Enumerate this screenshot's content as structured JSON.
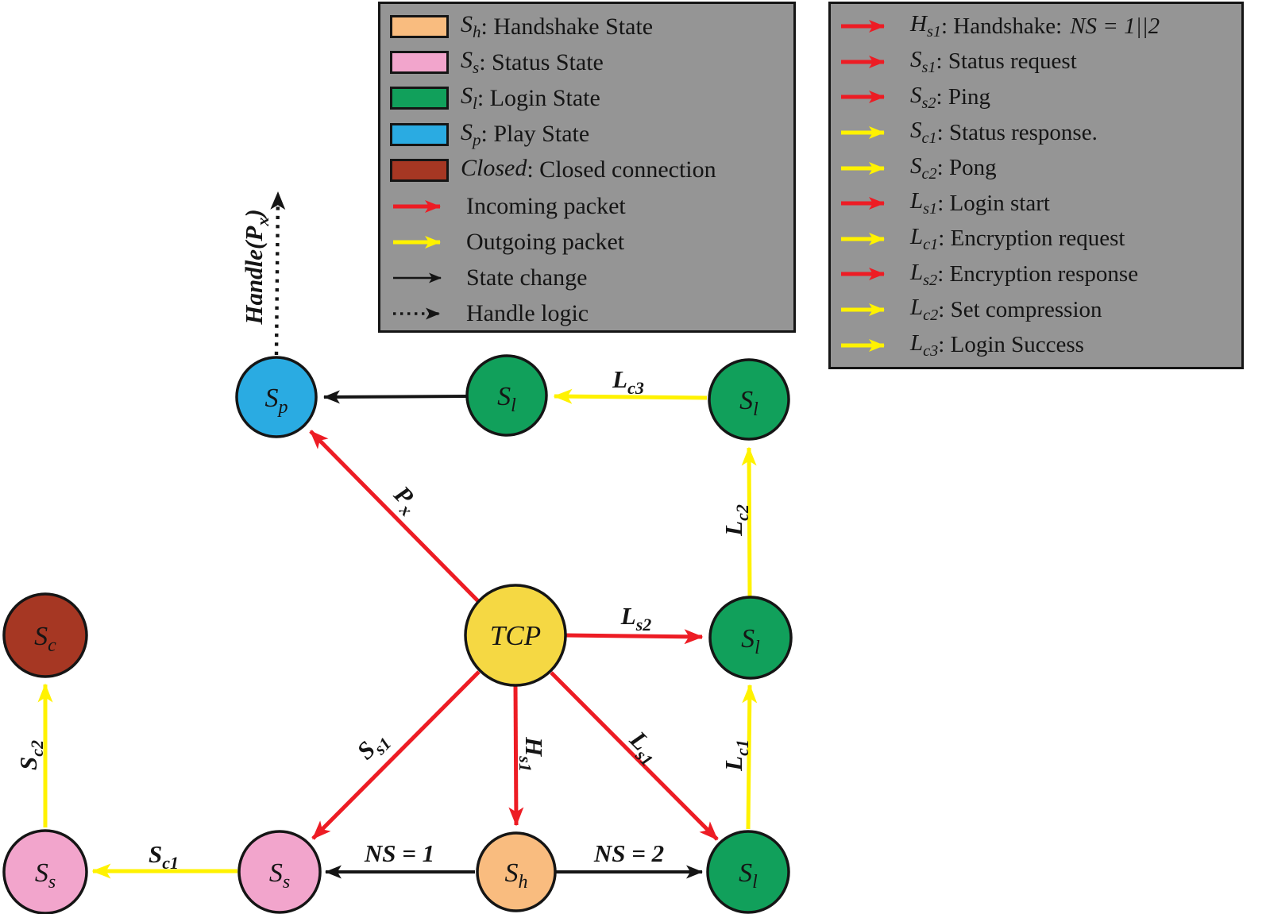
{
  "colors": {
    "background": "#ffffff",
    "legend_bg": "#959595",
    "outline": "#151515",
    "incoming_red": "#ed1c24",
    "outgoing_yellow": "#fff200",
    "handshake_orange": "#f9bc7f",
    "status_pink": "#f2a5cc",
    "login_green": "#11a05b",
    "play_blue": "#2aabe2",
    "closed_darkred": "#a63723",
    "tcp_gold": "#f5d843"
  },
  "legend_left": {
    "states": [
      {
        "sym": "S",
        "sub": "h",
        "desc": ": Handshake State",
        "color": "#f9bc7f"
      },
      {
        "sym": "S",
        "sub": "s",
        "desc": ": Status State",
        "color": "#f2a5cc"
      },
      {
        "sym": "S",
        "sub": "l",
        "desc": ": Login State",
        "color": "#11a05b"
      },
      {
        "sym": "S",
        "sub": "p",
        "desc": ": Play State",
        "color": "#2aabe2"
      },
      {
        "sym": "Closed",
        "sub": "",
        "desc": ": Closed connection",
        "color": "#a63723"
      }
    ],
    "arrows": [
      {
        "desc": "Incoming packet"
      },
      {
        "desc": "Outgoing packet"
      },
      {
        "desc": "State change"
      },
      {
        "desc": "Handle logic"
      }
    ]
  },
  "legend_right": {
    "items": [
      {
        "sym": "H",
        "sub": "s1",
        "desc": ": Handshake:",
        "math": "NS = 1||2",
        "arrow": "red"
      },
      {
        "sym": "S",
        "sub": "s1",
        "desc": ": Status request",
        "arrow": "red"
      },
      {
        "sym": "S",
        "sub": "s2",
        "desc": ": Ping",
        "arrow": "red"
      },
      {
        "sym": "S",
        "sub": "c1",
        "desc": ": Status response.",
        "arrow": "yellow"
      },
      {
        "sym": "S",
        "sub": "c2",
        "desc": ": Pong",
        "arrow": "yellow"
      },
      {
        "sym": "L",
        "sub": "s1",
        "desc": ": Login start",
        "arrow": "red"
      },
      {
        "sym": "L",
        "sub": "c1",
        "desc": ": Encryption request",
        "arrow": "yellow"
      },
      {
        "sym": "L",
        "sub": "s2",
        "desc": ": Encryption response",
        "arrow": "red"
      },
      {
        "sym": "L",
        "sub": "c2",
        "desc": ": Set compression",
        "arrow": "yellow"
      },
      {
        "sym": "L",
        "sub": "c3",
        "desc": ": Login Success",
        "arrow": "yellow"
      }
    ]
  },
  "nodes": {
    "sp": {
      "sym": "S",
      "sub": "p"
    },
    "sl_top_mid": {
      "sym": "S",
      "sub": "l"
    },
    "sl_top_right": {
      "sym": "S",
      "sub": "l"
    },
    "tcp": {
      "label": "TCP"
    },
    "sl_mid_right": {
      "sym": "S",
      "sub": "l"
    },
    "sc": {
      "sym": "S",
      "sub": "c"
    },
    "ss_left": {
      "sym": "S",
      "sub": "s"
    },
    "ss_mid": {
      "sym": "S",
      "sub": "s"
    },
    "sh": {
      "sym": "S",
      "sub": "h"
    },
    "sl_bottom_right": {
      "sym": "S",
      "sub": "l"
    }
  },
  "edges": {
    "lc3": {
      "sym": "L",
      "sub": "c3"
    },
    "px": {
      "sym": "P",
      "sub": "x"
    },
    "ls2": {
      "sym": "L",
      "sub": "s2"
    },
    "lc2": {
      "sym": "L",
      "sub": "c2"
    },
    "lc1": {
      "sym": "L",
      "sub": "c1"
    },
    "ss1": {
      "sym": "S",
      "sub": "s1"
    },
    "hs1": {
      "sym": "H",
      "sub": "s1"
    },
    "ls1": {
      "sym": "L",
      "sub": "s1"
    },
    "ns1": {
      "label": "NS = 1"
    },
    "ns2": {
      "label": "NS = 2"
    },
    "sc1": {
      "sym": "S",
      "sub": "c1"
    },
    "sc2": {
      "sym": "S",
      "sub": "c2"
    },
    "handle": {
      "pre": "Handle(P",
      "sub": "x",
      "post": ")"
    }
  }
}
